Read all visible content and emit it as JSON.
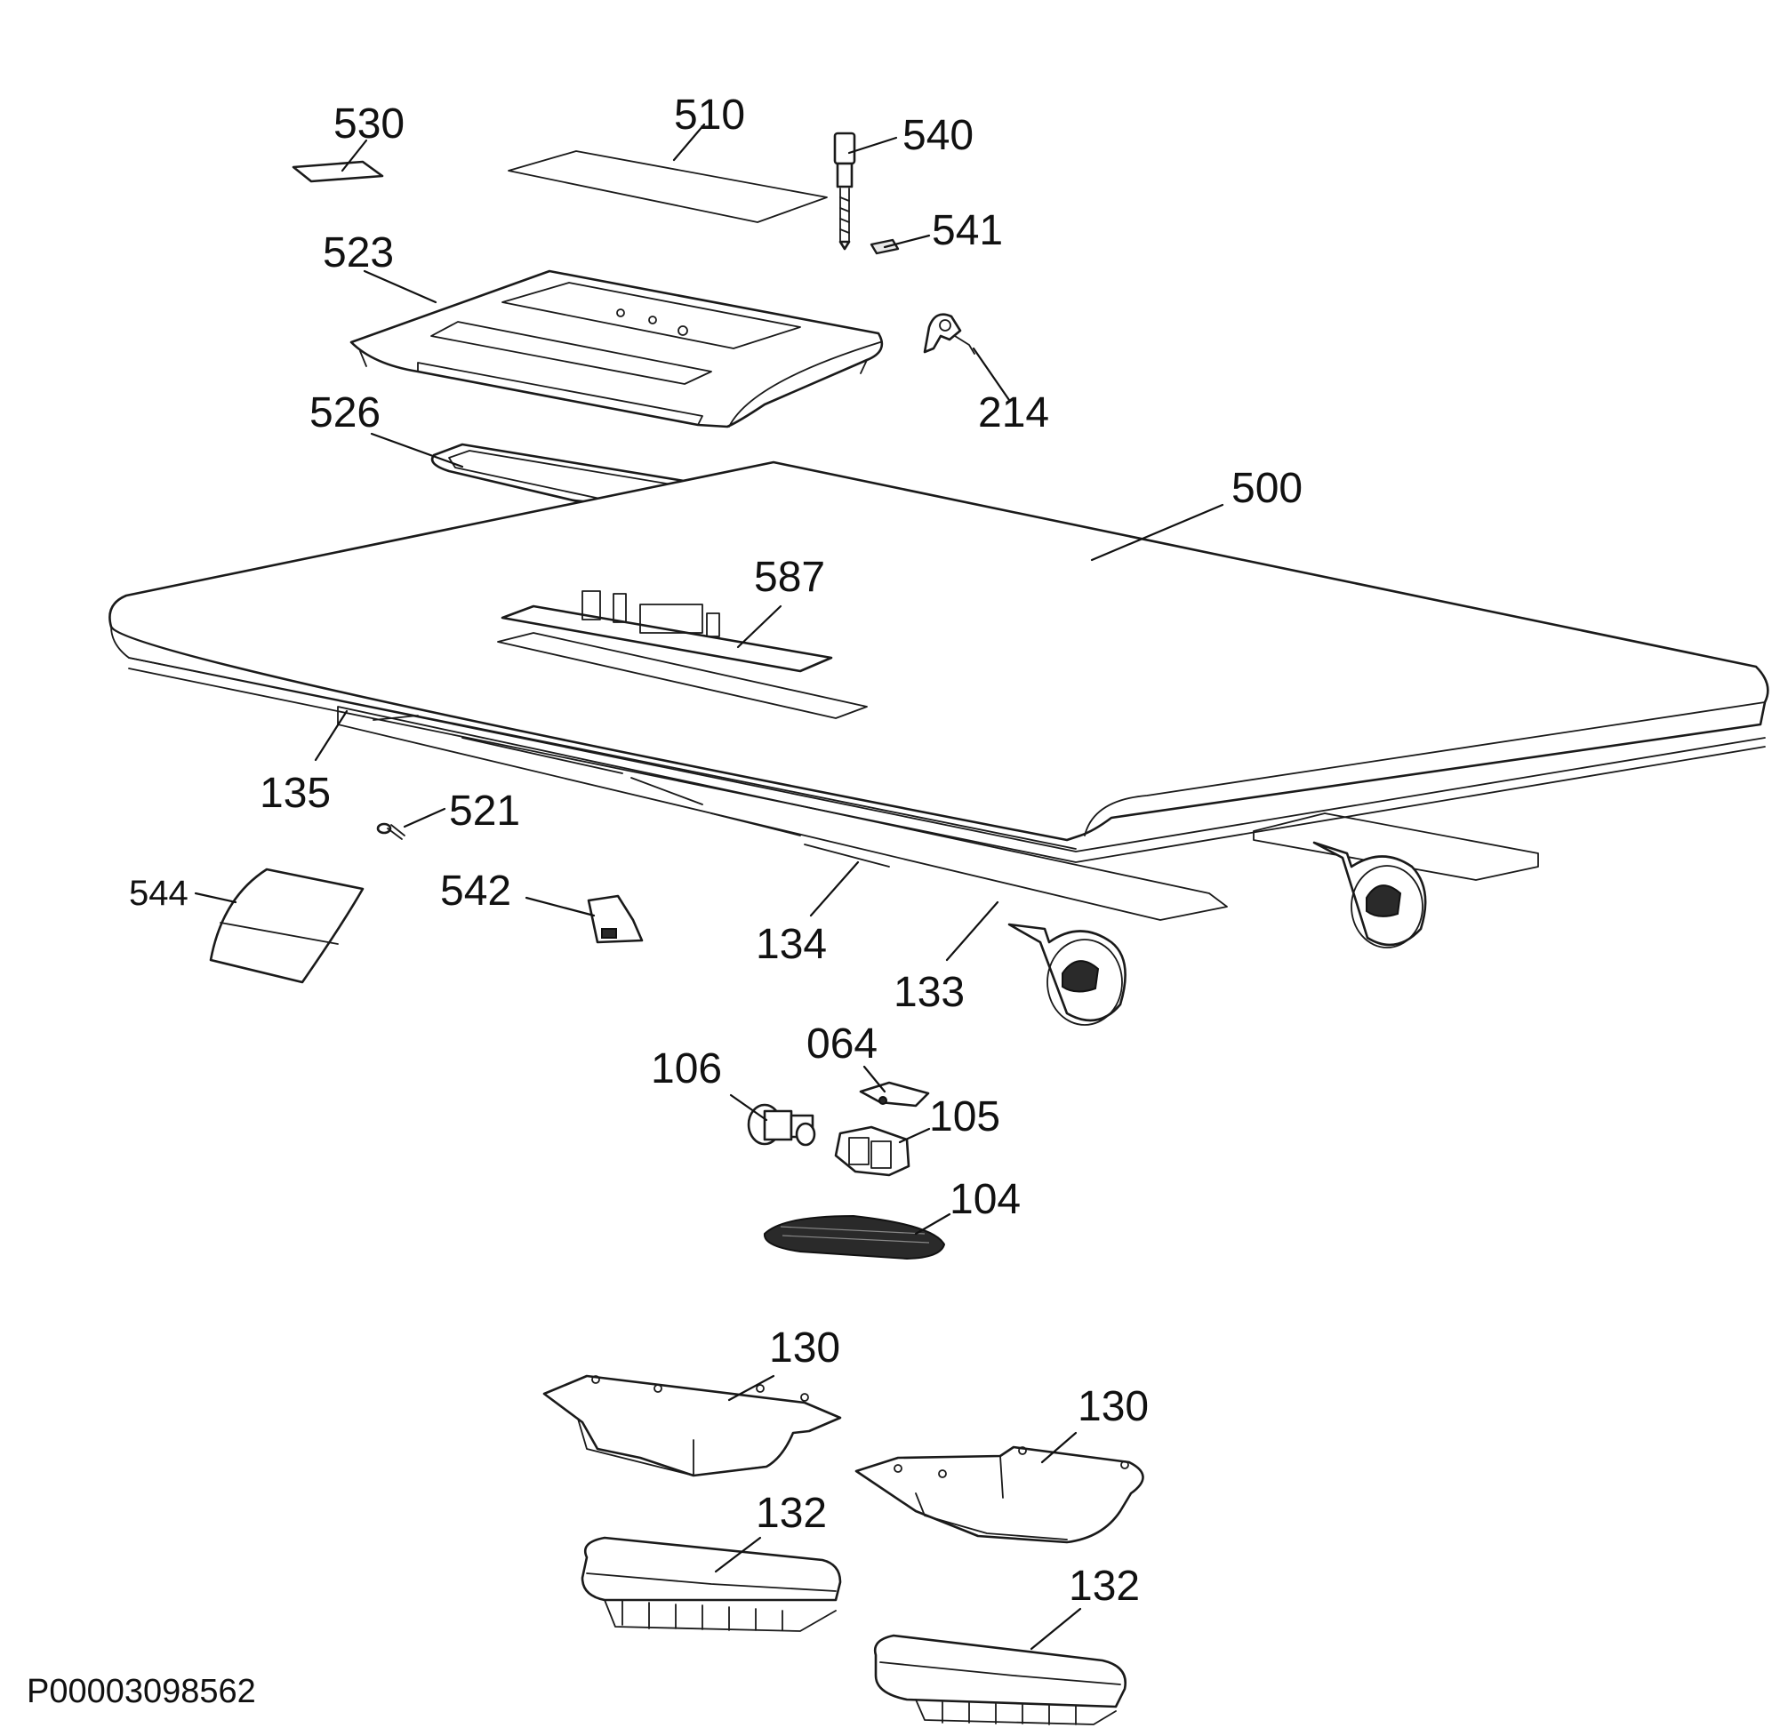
{
  "diagram": {
    "reference_code": "P00003098562",
    "callouts": {
      "c530": "530",
      "c510": "510",
      "c540": "540",
      "c541": "541",
      "c523": "523",
      "c214": "214",
      "c526": "526",
      "c500": "500",
      "c587": "587",
      "c135": "135",
      "c521": "521",
      "c544": "544",
      "c542": "542",
      "c134": "134",
      "c133": "133",
      "c064": "064",
      "c106": "106",
      "c105": "105",
      "c104": "104",
      "c130a": "130",
      "c130b": "130",
      "c132a": "132",
      "c132b": "132"
    }
  }
}
